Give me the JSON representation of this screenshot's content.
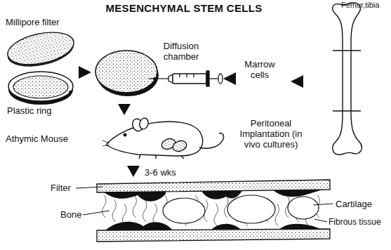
{
  "diagram": {
    "title": "MESENCHYMAL STEM CELLS",
    "labels": [
      "Millipore filter",
      "Plastic ring",
      "Diffusion chamber",
      "Marrow cells",
      "Femur,tibia",
      "Athymic Mouse",
      "Peritoneal Implantation (in vivo cultures)",
      "3-6 wks",
      "Filter",
      "Bone",
      "Cartilage",
      "Fibrous tissue"
    ]
  }
}
